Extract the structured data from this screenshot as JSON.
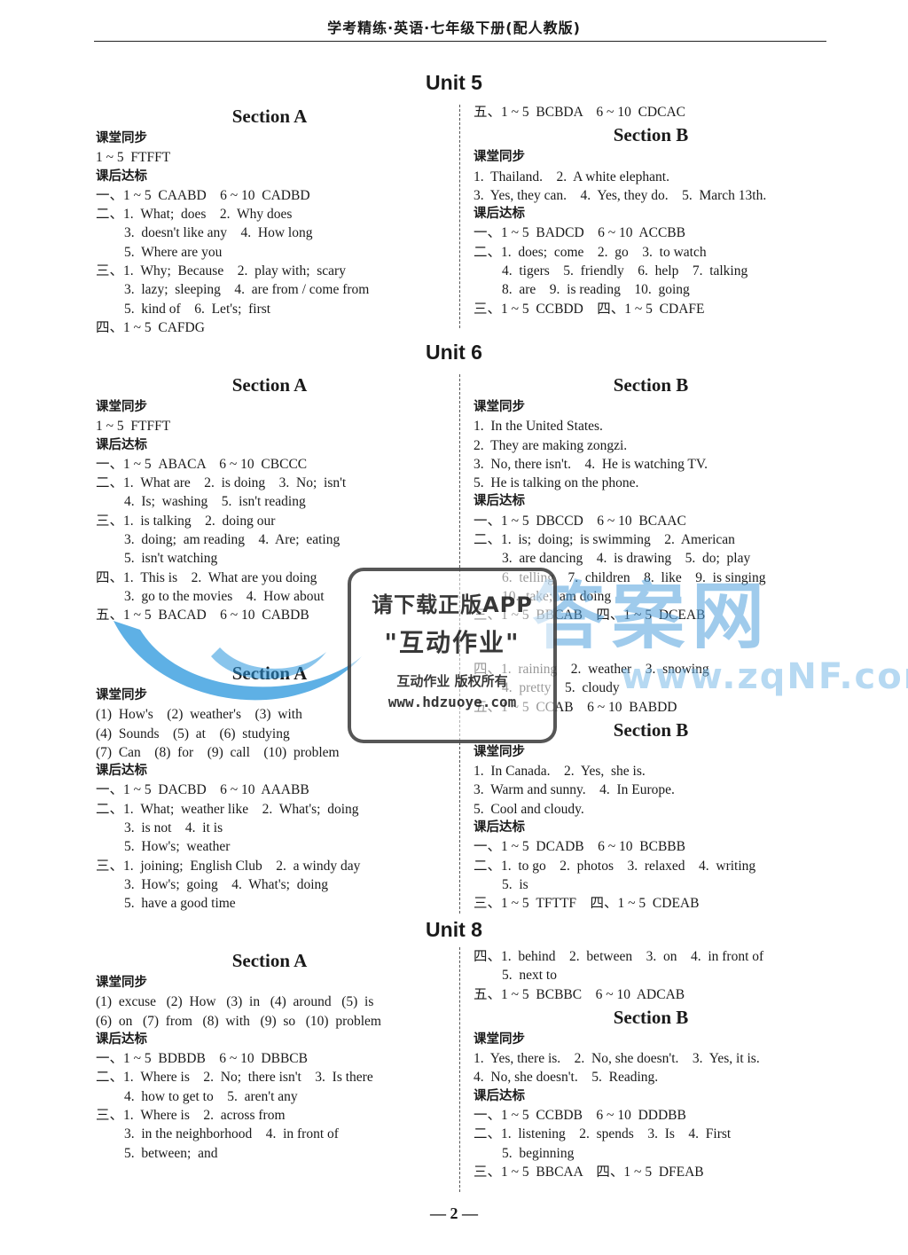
{
  "header": {
    "title": "学考精练·英语·七年级下册(配人教版)"
  },
  "unit5": {
    "title": "Unit 5",
    "left": {
      "section": "Section A",
      "lines": [
        {
          "t": "课堂同步",
          "label": true
        },
        {
          "t": "1 ~ 5  FTFFT"
        },
        {
          "t": "课后达标",
          "label": true
        },
        {
          "t": "一、1 ~ 5  CAABD    6 ~ 10  CADBD"
        },
        {
          "t": "二、1.  What;  does    2.  Why does"
        },
        {
          "t": "3.  doesn't like any    4.  How long",
          "ind": true
        },
        {
          "t": "5.  Where are you",
          "ind": true
        },
        {
          "t": "三、1.  Why;  Because    2.  play with;  scary"
        },
        {
          "t": "3.  lazy;  sleeping    4.  are from / come from",
          "ind": true
        },
        {
          "t": "5.  kind of    6.  Let's;  first",
          "ind": true
        },
        {
          "t": "四、1 ~ 5  CAFDG"
        }
      ]
    },
    "right": {
      "pre": [
        {
          "t": "五、1 ~ 5  BCBDA    6 ~ 10  CDCAC"
        }
      ],
      "section": "Section B",
      "lines": [
        {
          "t": "课堂同步",
          "label": true
        },
        {
          "t": "1.  Thailand.    2.  A white elephant."
        },
        {
          "t": "3.  Yes, they can.    4.  Yes, they do.    5.  March 13th."
        },
        {
          "t": "课后达标",
          "label": true
        },
        {
          "t": "一、1 ~ 5  BADCD    6 ~ 10  ACCBB"
        },
        {
          "t": "二、1.  does;  come    2.  go    3.  to watch"
        },
        {
          "t": "4.  tigers    5.  friendly    6.  help    7.  talking",
          "ind": true
        },
        {
          "t": "8.  are    9.  is reading    10.  going",
          "ind": true
        },
        {
          "t": "三、1 ~ 5  CCBDD    四、1 ~ 5  CDAFE"
        }
      ]
    }
  },
  "unit6": {
    "title": "Unit 6",
    "left": {
      "section": "Section A",
      "lines": [
        {
          "t": "课堂同步",
          "label": true
        },
        {
          "t": "1 ~ 5  FTFFT"
        },
        {
          "t": "课后达标",
          "label": true
        },
        {
          "t": "一、1 ~ 5  ABACA    6 ~ 10  CBCCC"
        },
        {
          "t": "二、1.  What are    2.  is doing    3.  No;  isn't"
        },
        {
          "t": "4.  Is;  washing    5.  isn't reading",
          "ind": true
        },
        {
          "t": "三、1.  is talking    2.  doing our"
        },
        {
          "t": "3.  doing;  am reading    4.  Are;  eating",
          "ind": true
        },
        {
          "t": "5.  isn't watching",
          "ind": true
        },
        {
          "t": "四、1.  This is    2.  What are you doing"
        },
        {
          "t": "3.  go to the movies    4.  How about",
          "ind": true
        },
        {
          "t": "五、1 ~ 5  BACAD    6 ~ 10  CABDB"
        }
      ]
    },
    "right": {
      "section": "Section B",
      "lines": [
        {
          "t": "课堂同步",
          "label": true
        },
        {
          "t": "1.  In the United States."
        },
        {
          "t": "2.  They are making zongzi."
        },
        {
          "t": "3.  No, there isn't.    4.  He is watching TV."
        },
        {
          "t": "5.  He is talking on the phone."
        },
        {
          "t": "课后达标",
          "label": true
        },
        {
          "t": "一、1 ~ 5  DBCCD    6 ~ 10  BCAAC"
        },
        {
          "t": "二、1.  is;  doing;  is swimming    2.  American"
        },
        {
          "t": "3.  are dancing    4.  is drawing    5.  do;  play",
          "ind": true
        },
        {
          "t": "6.  telling    7.  children    8.  like    9.  is singing",
          "ind": true
        },
        {
          "t": "10.  take;  am doing",
          "ind": true
        },
        {
          "t": "三、1 ~ 5  BBCAB    四、1 ~ 5  DCEAB"
        }
      ]
    }
  },
  "unit7": {
    "left": {
      "section": "Section A",
      "lines": [
        {
          "t": "课堂同步",
          "label": true
        },
        {
          "t": "(1)  How's    (2)  weather's    (3)  with"
        },
        {
          "t": "(4)  Sounds    (5)  at    (6)  studying"
        },
        {
          "t": "(7)  Can    (8)  for    (9)  call    (10)  problem"
        },
        {
          "t": "课后达标",
          "label": true
        },
        {
          "t": "一、1 ~ 5  DACBD    6 ~ 10  AAABB"
        },
        {
          "t": "二、1.  What;  weather like    2.  What's;  doing"
        },
        {
          "t": "3.  is not    4.  it is",
          "ind": true
        },
        {
          "t": "5.  How's;  weather",
          "ind": true
        },
        {
          "t": "三、1.  joining;  English Club    2.  a windy day"
        },
        {
          "t": "3.  How's;  going    4.  What's;  doing",
          "ind": true
        },
        {
          "t": "5.  have a good time",
          "ind": true
        }
      ]
    },
    "right": {
      "pre": [
        {
          "t": "四、1.  raining    2.  weather    3.  snowing"
        },
        {
          "t": "4.  pretty    5.  cloudy",
          "ind": true
        },
        {
          "t": "五、1 ~ 5  CCAB    6 ~ 10  BABDD"
        }
      ],
      "section": "Section B",
      "lines": [
        {
          "t": "课堂同步",
          "label": true
        },
        {
          "t": "1.  In Canada.    2.  Yes,  she is."
        },
        {
          "t": "3.  Warm and sunny.    4.  In Europe."
        },
        {
          "t": "5.  Cool and cloudy."
        },
        {
          "t": "课后达标",
          "label": true
        },
        {
          "t": "一、1 ~ 5  DCADB    6 ~ 10  BCBBB"
        },
        {
          "t": "二、1.  to go    2.  photos    3.  relaxed    4.  writing"
        },
        {
          "t": "5.  is",
          "ind": true
        },
        {
          "t": "三、1 ~ 5  TFTTF    四、1 ~ 5  CDEAB"
        }
      ]
    }
  },
  "unit8": {
    "title": "Unit 8",
    "left": {
      "section": "Section A",
      "lines": [
        {
          "t": "课堂同步",
          "label": true
        },
        {
          "t": "(1)  excuse   (2)  How   (3)  in   (4)  around   (5)  is"
        },
        {
          "t": "(6)  on   (7)  from   (8)  with   (9)  so   (10)  problem"
        },
        {
          "t": "课后达标",
          "label": true
        },
        {
          "t": "一、1 ~ 5  BDBDB    6 ~ 10  DBBCB"
        },
        {
          "t": "二、1.  Where is    2.  No;  there isn't    3.  Is there"
        },
        {
          "t": "4.  how to get to    5.  aren't any",
          "ind": true
        },
        {
          "t": "三、1.  Where is    2.  across from"
        },
        {
          "t": "3.  in the neighborhood    4.  in front of",
          "ind": true
        },
        {
          "t": "5.  between;  and",
          "ind": true
        }
      ]
    },
    "right": {
      "pre": [
        {
          "t": "四、1.  behind    2.  between    3.  on    4.  in front of"
        },
        {
          "t": "5.  next to",
          "ind": true
        },
        {
          "t": "五、1 ~ 5  BCBBC    6 ~ 10  ADCAB"
        }
      ],
      "section": "Section B",
      "lines": [
        {
          "t": "课堂同步",
          "label": true
        },
        {
          "t": "1.  Yes, there is.    2.  No, she doesn't.    3.  Yes, it is."
        },
        {
          "t": "4.  No, she doesn't.    5.  Reading."
        },
        {
          "t": "课后达标",
          "label": true
        },
        {
          "t": "一、1 ~ 5  CCBDB    6 ~ 10  DDDBB"
        },
        {
          "t": "二、1.  listening    2.  spends    3.  Is    4.  First"
        },
        {
          "t": "5.  beginning",
          "ind": true
        },
        {
          "t": "三、1 ~ 5  BBCAA    四、1 ~ 5  DFEAB"
        }
      ]
    }
  },
  "footer": {
    "page": "— 2 —"
  },
  "watermark": {
    "stamp_line1": "请下载正版APP",
    "stamp_line2": "\"互动作业\"",
    "stamp_line3": "互动作业 版权所有",
    "stamp_line4": "www.hdzuoye.com",
    "brand": "答案网",
    "url": "www.zqNF.com"
  }
}
